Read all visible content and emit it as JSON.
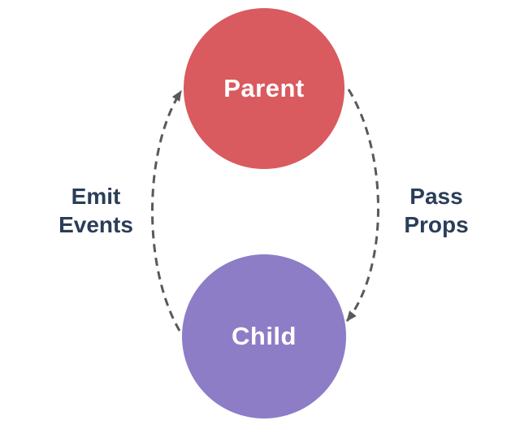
{
  "diagram": {
    "nodes": {
      "parent": {
        "label": "Parent",
        "color": "#d95a5f",
        "text_color": "#ffffff"
      },
      "child": {
        "label": "Child",
        "color": "#8d7cc6",
        "text_color": "#ffffff"
      }
    },
    "edges": {
      "emit_events": {
        "label_line1": "Emit",
        "label_line2": "Events",
        "from": "Child",
        "to": "Parent"
      },
      "pass_props": {
        "label_line1": "Pass",
        "label_line2": "Props",
        "from": "Parent",
        "to": "Child"
      }
    },
    "colors": {
      "label_text": "#2b3d59",
      "arrow": "#58595b",
      "background": "#ffffff"
    }
  }
}
